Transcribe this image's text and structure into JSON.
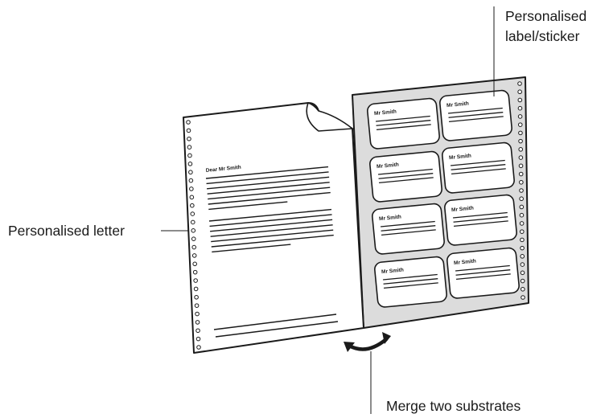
{
  "callouts": {
    "label_sticker": {
      "line1": "Personalised",
      "line2": "label/sticker"
    },
    "letter": "Personalised letter",
    "merge": "Merge two substrates"
  },
  "letter": {
    "greeting": "Dear Mr Smith"
  },
  "labels": [
    {
      "name": "Mr Smith"
    },
    {
      "name": "Mr Smith"
    },
    {
      "name": "Mr Smith"
    },
    {
      "name": "Mr Smith"
    },
    {
      "name": "Mr Smith"
    },
    {
      "name": "Mr Smith"
    },
    {
      "name": "Mr Smith"
    },
    {
      "name": "Mr Smith"
    }
  ],
  "colors": {
    "label_sheet": "#dcdcdc",
    "stroke": "#1a1a1a",
    "paper": "#ffffff"
  },
  "icons": {
    "merge_arrow": "curved-double-arrow-icon"
  }
}
